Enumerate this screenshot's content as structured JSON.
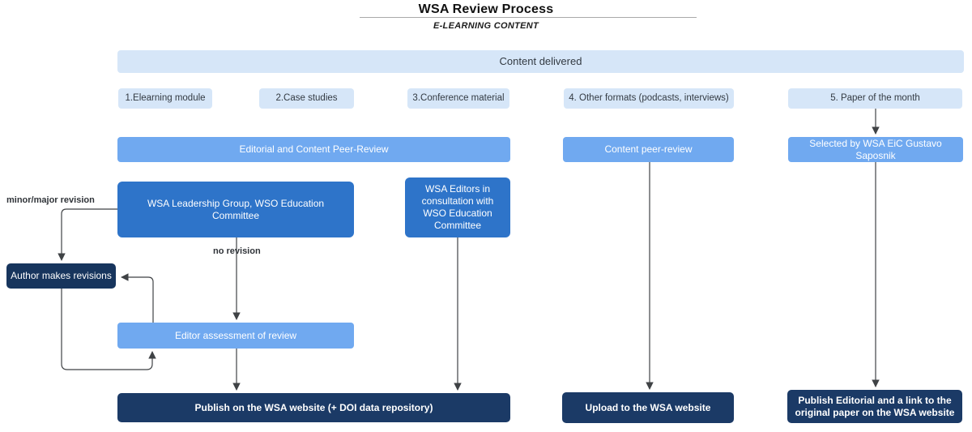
{
  "header": {
    "title": "WSA Review Process",
    "subtitle": "E-LEARNING CONTENT"
  },
  "banner": {
    "label": "Content delivered"
  },
  "categories": [
    {
      "label": "1.Elearning module"
    },
    {
      "label": "2.Case studies"
    },
    {
      "label": "3.Conference material"
    },
    {
      "label": "4. Other formats (podcasts, interviews)"
    },
    {
      "label": "5. Paper of the month"
    }
  ],
  "review_bars": [
    {
      "label": "Editorial and Content Peer-Review"
    },
    {
      "label": "Content peer-review"
    },
    {
      "label": "Selected by WSA EiC Gustavo Saposnik"
    }
  ],
  "committee_boxes": [
    {
      "label": "WSA Leadership Group, WSO Education Committee"
    },
    {
      "label": "WSA Editors in consultation with WSO Education Committee"
    }
  ],
  "revision_loop": {
    "author_box_label": "Author makes revisions",
    "editor_box_label": "Editor assessment of review",
    "minor_major_label": "minor/major revision",
    "no_revision_label": "no revision"
  },
  "outputs": [
    {
      "label": "Publish on the WSA website (+ DOI data repository)"
    },
    {
      "label": "Upload to the WSA website"
    },
    {
      "label": "Publish Editorial and a link to the original paper on the WSA website"
    }
  ],
  "colors": {
    "light_blue": "#d6e6f8",
    "medium_blue": "#70a9f0",
    "strong_blue": "#2e74c9",
    "navy": "#1b3a66",
    "arrow": "#3f4245"
  }
}
